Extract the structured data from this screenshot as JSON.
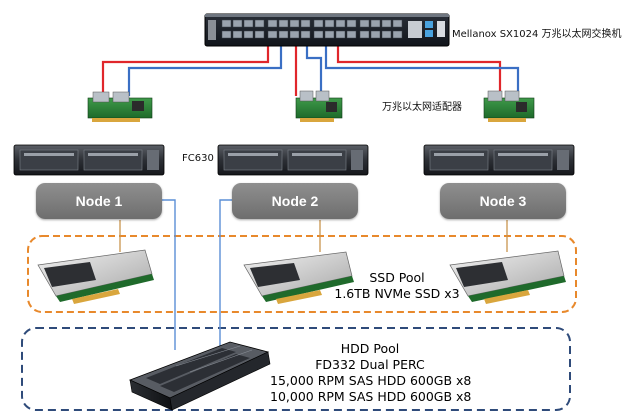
{
  "switch": {
    "label": "Mellanox SX1024 万兆以太网交换机"
  },
  "adapter": {
    "label": "万兆以太网适配器"
  },
  "server": {
    "label": "FC630"
  },
  "nodes": [
    {
      "label": "Node 1"
    },
    {
      "label": "Node 2"
    },
    {
      "label": "Node 3"
    }
  ],
  "ssd_pool": {
    "title": "SSD Pool",
    "detail": "1.6TB NVMe SSD x3"
  },
  "hdd_pool": {
    "title": "HDD Pool",
    "lines": [
      "FD332 Dual PERC",
      "15,000 RPM SAS HDD 600GB x8",
      "10,000 RPM SAS HDD 600GB x8"
    ]
  },
  "colors": {
    "red_link": "#e0262b",
    "blue_link": "#3a6fc4",
    "ssd_border": "#e8892c",
    "hdd_border": "#2f4b7a",
    "node_fill": "#7d7d7d",
    "node_link": "#c8944e"
  }
}
